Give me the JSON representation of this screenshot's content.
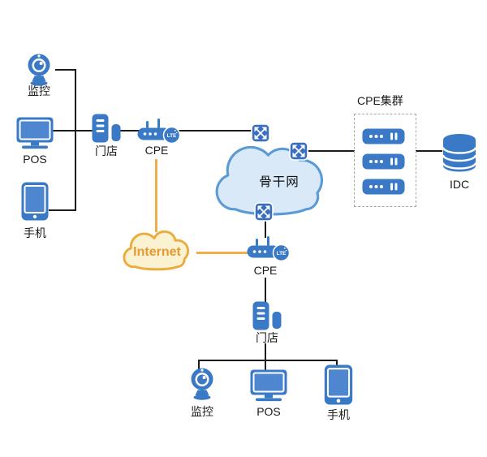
{
  "diagram": {
    "type": "network-topology",
    "clouds": {
      "backbone": {
        "label": "骨干网",
        "fill": "#DAE9F8",
        "border": "#5B9BD5"
      },
      "internet": {
        "label": "Internet",
        "fill": "#FBF2D2",
        "border": "#ECAC3D",
        "text_color": "#E8982F"
      }
    },
    "top_branch": {
      "monitor": "监控",
      "pos": "POS",
      "phone": "手机",
      "store": "门店",
      "cpe": "CPE"
    },
    "bottom_branch": {
      "cpe": "CPE",
      "store": "门店",
      "monitor": "监控",
      "pos": "POS",
      "phone": "手机"
    },
    "cluster": {
      "label": "CPE集群",
      "server_count": 3
    },
    "idc": {
      "label": "IDC"
    },
    "badges": {
      "lte": "LTE"
    },
    "colors": {
      "icon_blue": "#3A79C6",
      "icon_blue_light": "#4E87CF",
      "node_blue": "#3A6FBF",
      "line_black": "#1C1C1C",
      "line_orange": "#F0AE4B",
      "label_text": "#1A1A1A"
    }
  }
}
